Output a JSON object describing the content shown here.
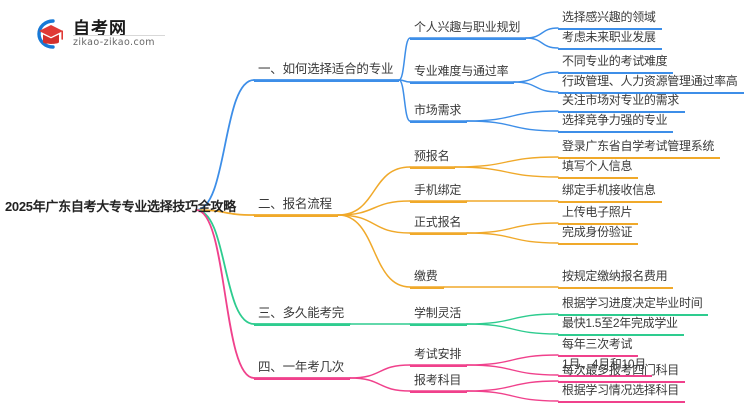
{
  "logo": {
    "name_cn": "自考网",
    "domain": "zikao-zikao.com",
    "arc_color": "#1779d6",
    "cap_color": "#e03a36"
  },
  "root": {
    "label": "2025年广东自考大专专业选择技巧全攻略"
  },
  "colors": {
    "branch1": "#3d8ee8",
    "branch2": "#f0a92a",
    "branch3": "#2ecc8f",
    "branch4": "#f0418c"
  },
  "branches": [
    {
      "label": "一、如何选择适合的专业",
      "color": "#3d8ee8",
      "children": [
        {
          "label": "个人兴趣与职业规划",
          "leaves": [
            "选择感兴趣的领域",
            "考虑未来职业发展"
          ]
        },
        {
          "label": "专业难度与通过率",
          "leaves": [
            "不同专业的考试难度",
            "行政管理、人力资源管理通过率高"
          ]
        },
        {
          "label": "市场需求",
          "leaves": [
            "关注市场对专业的需求",
            "选择竞争力强的专业"
          ]
        }
      ]
    },
    {
      "label": "二、报名流程",
      "color": "#f0a92a",
      "children": [
        {
          "label": "预报名",
          "leaves": [
            "登录广东省自学考试管理系统",
            "填写个人信息"
          ]
        },
        {
          "label": "手机绑定",
          "leaves": [
            "绑定手机接收信息"
          ]
        },
        {
          "label": "正式报名",
          "leaves": [
            "上传电子照片",
            "完成身份验证"
          ]
        },
        {
          "label": "缴费",
          "leaves": [
            "按规定缴纳报名费用"
          ]
        }
      ]
    },
    {
      "label": "三、多久能考完",
      "color": "#2ecc8f",
      "children": [
        {
          "label": "学制灵活",
          "leaves": [
            "根据学习进度决定毕业时间",
            "最快1.5至2年完成学业"
          ]
        }
      ]
    },
    {
      "label": "四、一年考几次",
      "color": "#f0418c",
      "children": [
        {
          "label": "考试安排",
          "leaves": [
            "每年三次考试",
            "1月、4月和10月"
          ]
        },
        {
          "label": "报考科目",
          "leaves": [
            "每次最多报考四门科目",
            "根据学习情况选择科目"
          ]
        }
      ]
    }
  ]
}
